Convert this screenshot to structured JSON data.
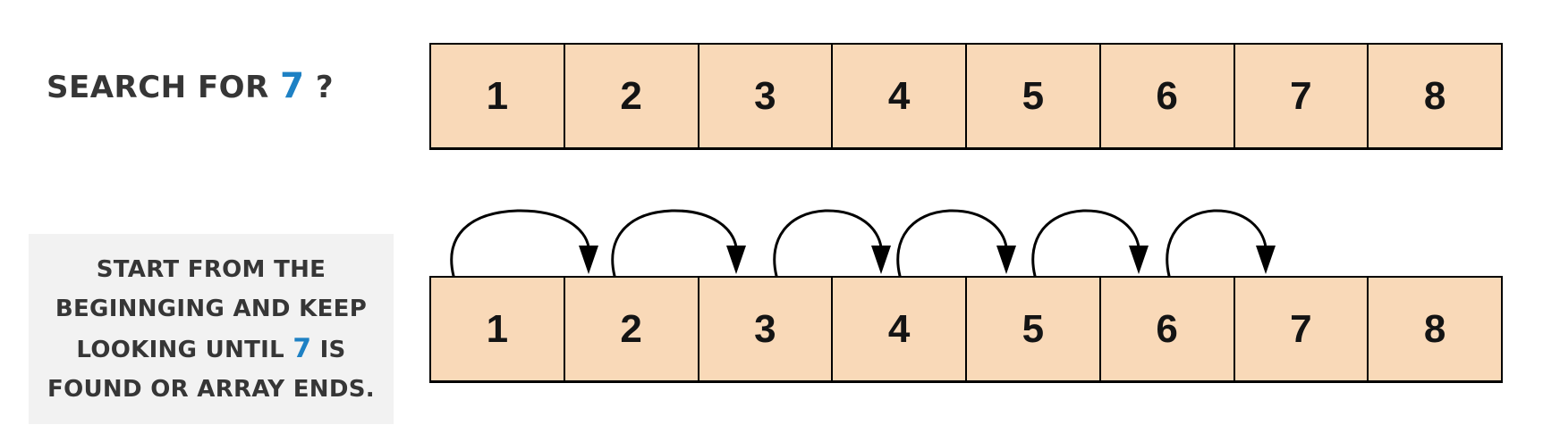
{
  "colors": {
    "accent": "#1e81c4",
    "cell_fill": "#f9d9b8",
    "note_bg": "#f2f2f2",
    "text": "#363636",
    "line": "#000000",
    "page_bg": "#ffffff"
  },
  "header": {
    "segments": [
      {
        "text": "SEARCH FOR "
      },
      {
        "text": "7",
        "highlight": true
      },
      {
        "text": " ?"
      }
    ]
  },
  "note": {
    "lines": [
      [
        {
          "text": "START FROM THE"
        }
      ],
      [
        {
          "text": "BEGINNGING AND KEEP"
        }
      ],
      [
        {
          "text": "LOOKING UNTIL "
        },
        {
          "text": "7",
          "highlight": true
        },
        {
          "text": " IS"
        }
      ],
      [
        {
          "text": "FOUND OR ARRAY ENDS."
        }
      ]
    ]
  },
  "arrays": {
    "top": {
      "values": [
        "1",
        "2",
        "3",
        "4",
        "5",
        "6",
        "7",
        "8"
      ]
    },
    "bottom": {
      "values": [
        "1",
        "2",
        "3",
        "4",
        "5",
        "6",
        "7",
        "8"
      ]
    }
  },
  "traversal": {
    "hops": [
      {
        "from": "1",
        "to": "2"
      },
      {
        "from": "2",
        "to": "3"
      },
      {
        "from": "3",
        "to": "4"
      },
      {
        "from": "4",
        "to": "5"
      },
      {
        "from": "5",
        "to": "6"
      },
      {
        "from": "6",
        "to": "7"
      }
    ]
  }
}
